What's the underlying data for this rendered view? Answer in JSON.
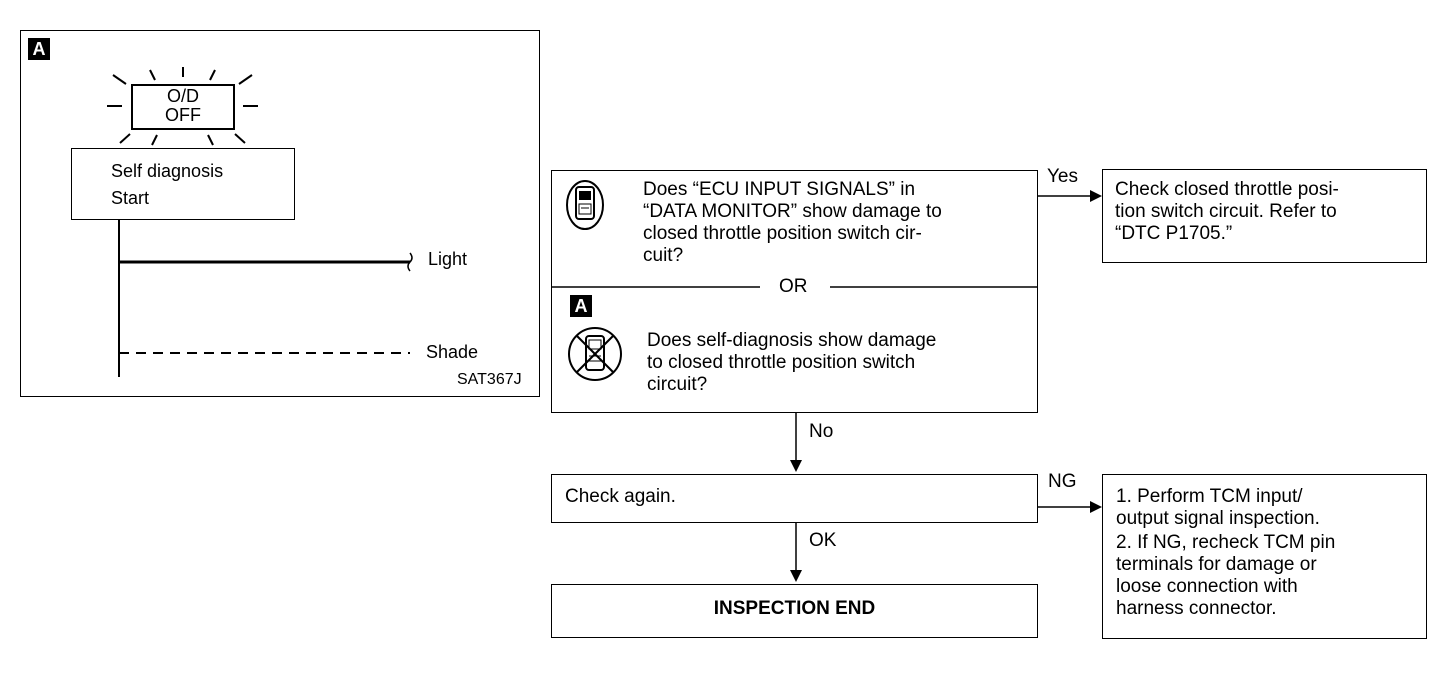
{
  "figure": {
    "badge": "A",
    "indicator_line1": "O/D",
    "indicator_line2": "OFF",
    "self_diag_line1": "Self diagnosis",
    "self_diag_line2": "Start",
    "light_label": "Light",
    "shade_label": "Shade",
    "figure_code": "SAT367J"
  },
  "flow": {
    "q1": "Does “ECU INPUT SIGNALS” in\n“DATA MONITOR” show damage to\nclosed throttle position switch cir-\ncuit?",
    "or_label": "OR",
    "badge": "A",
    "q2": "Does self-diagnosis show damage\nto closed throttle position switch\ncircuit?",
    "yes_label": "Yes",
    "yes_result": "Check closed throttle posi-\ntion switch circuit. Refer to\n“DTC P1705.”",
    "no_label": "No",
    "check_again": "Check again.",
    "ng_label": "NG",
    "ng_step1": "1. Perform TCM input/\n    output signal inspection.",
    "ng_step2": "2. If NG, recheck TCM pin\n    terminals for damage or\n    loose connection with\n    harness connector.",
    "ok_label": "OK",
    "end_label": "INSPECTION END"
  },
  "icons": {
    "consult": "consult-tester-icon",
    "no_tester": "no-tester-icon"
  }
}
